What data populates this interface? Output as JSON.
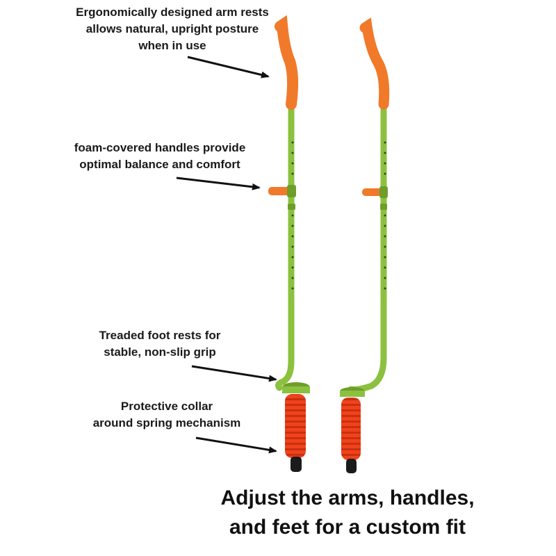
{
  "callouts": {
    "arm_rests": [
      "Ergonomically designed arm rests",
      "allows natural, upright posture",
      "when in use"
    ],
    "handles": [
      "foam-covered handles provide",
      "optimal balance and comfort"
    ],
    "foot_rests": [
      "Treaded foot rests for",
      "stable, non-slip grip"
    ],
    "collar": [
      "Protective collar",
      "around spring mechanism"
    ]
  },
  "caption": [
    "Adjust the arms, handles,",
    "and feet for a custom fit"
  ],
  "colors": {
    "pole_green": "#8cc13f",
    "pole_green_dark": "#6e9e2a",
    "foam_orange": "#f07a2a",
    "spring_red": "#f0421c",
    "tip_black": "#1b1b1b",
    "arrow": "#111111"
  }
}
